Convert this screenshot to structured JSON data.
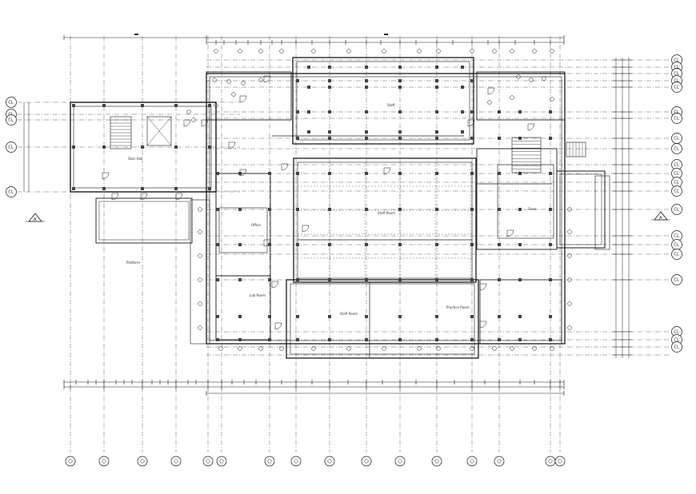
{
  "drawing": {
    "type": "architectural floor plan",
    "colors": {
      "line": "#1a1a1a",
      "column": "#444444",
      "grid": "#555555",
      "background": "#ffffff"
    }
  },
  "left_grid_bubbles": [
    "CL",
    "CL",
    "CL",
    "CL",
    "CL"
  ],
  "right_grid_bubbles": [
    "CL",
    "CL",
    "CL",
    "CL",
    "CL",
    "CL",
    "CL",
    "CL",
    "CL",
    "CL",
    "CL",
    "CL",
    "CL",
    "CL",
    "CL",
    "CL",
    "CL",
    "CL",
    "CL",
    "CL",
    "CL"
  ],
  "bottom_grid_bubbles": [
    "",
    "",
    "",
    "",
    "",
    "",
    "",
    "",
    "",
    "",
    "",
    "",
    "",
    "",
    "",
    ""
  ],
  "section_markers": {
    "left": "A",
    "right": "A"
  },
  "rooms": {
    "top_center": "Staff",
    "center": "Staff Room",
    "left_mid": "Office",
    "left_lower": "Lab Room",
    "bottom_center": "Staff Room",
    "bottom_right": "Practice Room",
    "right_mid": "Store",
    "left_wing": "Stair Hall",
    "left_wing_below": "Platform"
  }
}
